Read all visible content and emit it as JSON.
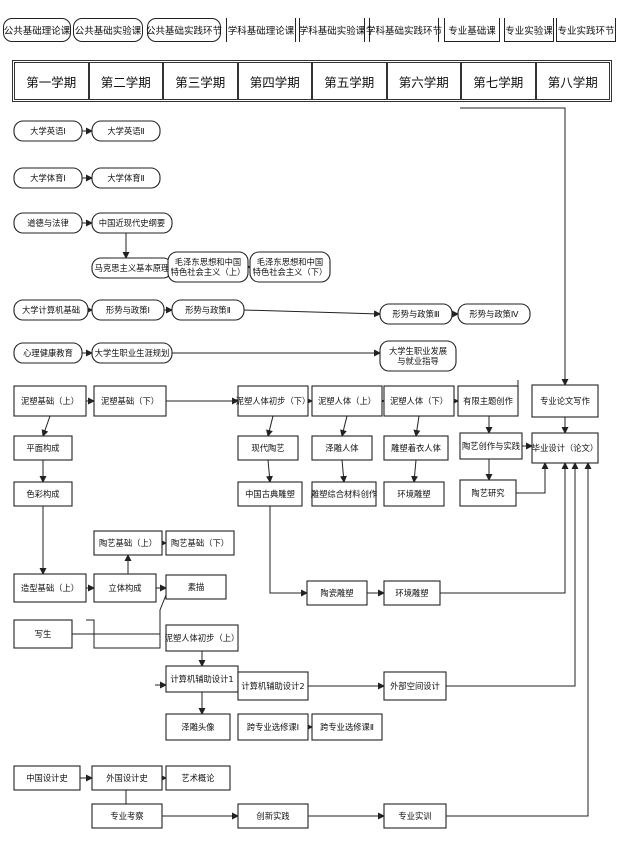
{
  "legend": [
    {
      "label": "公共基础理论课",
      "style": "round"
    },
    {
      "label": "公共基础实验课",
      "style": "round"
    },
    {
      "label": "公共基础实践环节",
      "style": "round"
    },
    {
      "label": "学科基础理论课",
      "style": "bracket"
    },
    {
      "label": "学科基础实验课",
      "style": "bracket"
    },
    {
      "label": "学科基础实践环节",
      "style": "bracket"
    },
    {
      "label": "专业基础课",
      "style": "tab"
    },
    {
      "label": "专业实验课",
      "style": "tab"
    },
    {
      "label": "专业实践环节",
      "style": "tab"
    }
  ],
  "terms": [
    "第一学期",
    "第二学期",
    "第三学期",
    "第四学期",
    "第五学期",
    "第六学期",
    "第七学期",
    "第八学期"
  ],
  "nodes": [
    {
      "id": "yy1",
      "label": "大学英语Ⅰ",
      "shape": "round"
    },
    {
      "id": "yy2",
      "label": "大学英语Ⅱ",
      "shape": "round"
    },
    {
      "id": "ty1",
      "label": "大学体育Ⅰ",
      "shape": "round"
    },
    {
      "id": "ty2",
      "label": "大学体育Ⅱ",
      "shape": "round"
    },
    {
      "id": "dd",
      "label": "道德与法律",
      "shape": "round"
    },
    {
      "id": "zgjd",
      "label": "中国近现代史纲要",
      "shape": "round"
    },
    {
      "id": "mks",
      "label": "马克思主义基本原理",
      "shape": "round"
    },
    {
      "id": "mzd1",
      "label": "毛泽东思想和中国\n特色社会主义（上）",
      "shape": "round"
    },
    {
      "id": "mzd2",
      "label": "毛泽东思想和中国\n特色社会主义（下）",
      "shape": "round"
    },
    {
      "id": "jsj",
      "label": "大学计算机基础",
      "shape": "round"
    },
    {
      "id": "xs1",
      "label": "形势与政策Ⅰ",
      "shape": "round"
    },
    {
      "id": "xs2",
      "label": "形势与政策Ⅱ",
      "shape": "round"
    },
    {
      "id": "xs3",
      "label": "形势与政策Ⅲ",
      "shape": "round"
    },
    {
      "id": "xs4",
      "label": "形势与政策Ⅳ",
      "shape": "round"
    },
    {
      "id": "xljk",
      "label": "心理健康教育",
      "shape": "round"
    },
    {
      "id": "zygh",
      "label": "大学生职业生涯规划",
      "shape": "round"
    },
    {
      "id": "jyzd",
      "label": "大学生职业发展\n与就业指导",
      "shape": "round"
    },
    {
      "id": "nsjc1",
      "label": "泥塑基础（上）",
      "shape": "rect"
    },
    {
      "id": "nsjc2",
      "label": "泥塑基础（下）",
      "shape": "rect"
    },
    {
      "id": "ns_rt1",
      "label": "泥塑人体初步（下）",
      "shape": "rect"
    },
    {
      "id": "ns_rt2",
      "label": "泥塑人体（上）",
      "shape": "rect"
    },
    {
      "id": "ns_rt3",
      "label": "泥塑人体（下）",
      "shape": "rect"
    },
    {
      "id": "yxzt",
      "label": "有限主题创作",
      "shape": "rect"
    },
    {
      "id": "lw",
      "label": "专业论文写作",
      "shape": "rect"
    },
    {
      "id": "pmgc",
      "label": "平面构成",
      "shape": "rect"
    },
    {
      "id": "xdty",
      "label": "现代陶艺",
      "shape": "rect"
    },
    {
      "id": "zsrt",
      "label": "泽雕人体",
      "shape": "rect"
    },
    {
      "id": "dszy",
      "label": "雕塑着衣人体",
      "shape": "rect"
    },
    {
      "id": "tycz",
      "label": "陶艺创作与实践",
      "shape": "rect"
    },
    {
      "id": "bysj",
      "label": "毕业设计（论文）",
      "shape": "rect"
    },
    {
      "id": "sc",
      "label": "色彩构成",
      "shape": "rect"
    },
    {
      "id": "zggd",
      "label": "中国古典雕塑",
      "shape": "rect"
    },
    {
      "id": "zhcl",
      "label": "雕塑综合材料创作",
      "shape": "rect"
    },
    {
      "id": "hjds1",
      "label": "环境雕塑",
      "shape": "rect"
    },
    {
      "id": "tyyj",
      "label": "陶艺研究",
      "shape": "rect"
    },
    {
      "id": "tyjc1",
      "label": "陶艺基础（上）",
      "shape": "rect"
    },
    {
      "id": "tyjc2",
      "label": "陶艺基础（下）",
      "shape": "rect"
    },
    {
      "id": "zxjc",
      "label": "造型基础（上）",
      "shape": "rect"
    },
    {
      "id": "ltgc",
      "label": "立体构成",
      "shape": "rect"
    },
    {
      "id": "sm",
      "label": "素描",
      "shape": "rect"
    },
    {
      "id": "tcds",
      "label": "陶瓷雕塑",
      "shape": "rect"
    },
    {
      "id": "hjds2",
      "label": "环境雕塑",
      "shape": "rect"
    },
    {
      "id": "xs",
      "label": "写生",
      "shape": "rect"
    },
    {
      "id": "ns_rtcb",
      "label": "泥塑人体初步（上）",
      "shape": "rect"
    },
    {
      "id": "jsj1",
      "label": "计算机辅助设计1",
      "shape": "rect"
    },
    {
      "id": "jsj2",
      "label": "计算机辅助设计2",
      "shape": "rect"
    },
    {
      "id": "wbkj",
      "label": "外部空间设计",
      "shape": "rect"
    },
    {
      "id": "nstx",
      "label": "泽雕头像",
      "shape": "rect"
    },
    {
      "id": "kzy1",
      "label": "跨专业选修课Ⅰ",
      "shape": "rect"
    },
    {
      "id": "kzy2",
      "label": "跨专业选修课Ⅱ",
      "shape": "rect"
    },
    {
      "id": "zgsj",
      "label": "中国设计史",
      "shape": "rect"
    },
    {
      "id": "wgsj",
      "label": "外国设计史",
      "shape": "rect"
    },
    {
      "id": "ysgl",
      "label": "艺术概论",
      "shape": "rect"
    },
    {
      "id": "zykc",
      "label": "专业考察",
      "shape": "rect"
    },
    {
      "id": "cxsj",
      "label": "创新实践",
      "shape": "rect"
    },
    {
      "id": "zysx",
      "label": "专业实训",
      "shape": "rect"
    }
  ]
}
